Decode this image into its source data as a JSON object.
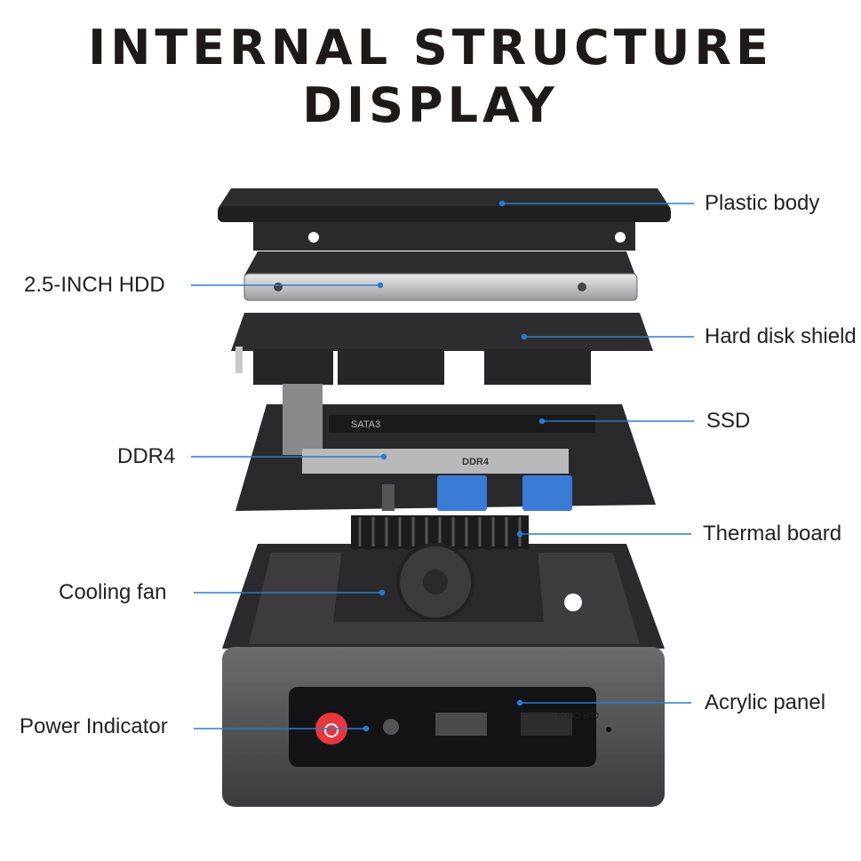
{
  "title": {
    "line1": "INTERNAL STRUCTURE",
    "line2": "DISPLAY"
  },
  "labels": {
    "plastic_body": "Plastic body",
    "hdd": "2.5-INCH HDD",
    "hard_disk_shield": "Hard disk shield",
    "ssd": "SSD",
    "ddr4": "DDR4",
    "thermal_board": "Thermal board",
    "cooling_fan": "Cooling fan",
    "acrylic_panel": "Acrylic panel",
    "power_indicator": "Power Indicator"
  },
  "part_text": {
    "sata": "SATA3",
    "ddr": "DDR4",
    "clr_cmos": "CLR CMOS"
  },
  "colors": {
    "leader_line": "#2b7bd0",
    "power_button": "#e8383d",
    "text": "#1e1a1a"
  }
}
